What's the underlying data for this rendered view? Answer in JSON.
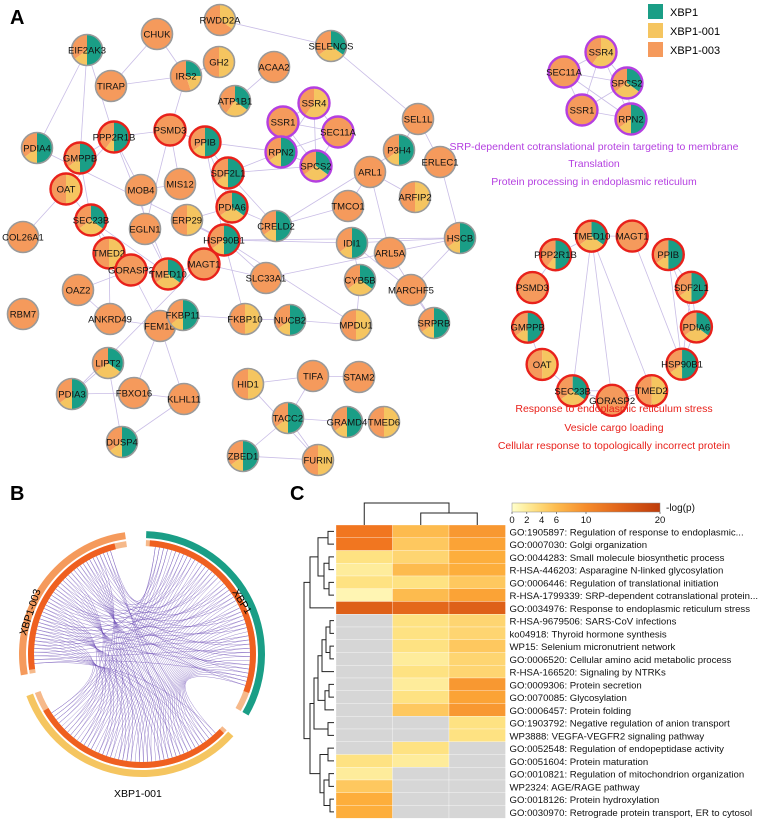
{
  "panels": {
    "a": "A",
    "b": "B",
    "c": "C"
  },
  "colors": {
    "xbp1": "#1a9e86",
    "xbp1_001": "#f5c560",
    "xbp1_003": "#f59a5c",
    "ring_purple": "#b43fe0",
    "ring_red": "#e8211b",
    "ring_gray": "#9a9a9a",
    "edge": "#c9bde6",
    "chord": "#6e4fb6",
    "na": "#d6d6d6"
  },
  "legend": [
    "XBP1",
    "XBP1-001",
    "XBP1-003"
  ],
  "network": {
    "nodes": [
      {
        "id": "RWDD2A",
        "p": [
          0,
          0.35,
          0.65
        ],
        "ring": "gray"
      },
      {
        "id": "CHUK",
        "p": [
          0,
          0,
          1
        ],
        "ring": "gray"
      },
      {
        "id": "SELENOS",
        "p": [
          0.35,
          0.3,
          0.35
        ],
        "ring": "gray"
      },
      {
        "id": "EIF2AK3",
        "p": [
          0.5,
          0.15,
          0.35
        ],
        "ring": "gray"
      },
      {
        "id": "TIRAP",
        "p": [
          0,
          0,
          1
        ],
        "ring": "gray"
      },
      {
        "id": "IRS2",
        "p": [
          0.25,
          0.2,
          0.55
        ],
        "ring": "gray"
      },
      {
        "id": "GH2",
        "p": [
          0,
          0.5,
          0.5
        ],
        "ring": "gray"
      },
      {
        "id": "ACAA2",
        "p": [
          0,
          0,
          1
        ],
        "ring": "gray"
      },
      {
        "id": "ATP1B1",
        "p": [
          0.35,
          0.25,
          0.4
        ],
        "ring": "gray"
      },
      {
        "id": "SEL1L",
        "p": [
          0,
          0,
          1
        ],
        "ring": "gray"
      },
      {
        "id": "SSR4",
        "p": [
          0,
          0.6,
          0.4
        ],
        "ring": "purple"
      },
      {
        "id": "SSR1",
        "p": [
          0,
          0,
          1
        ],
        "ring": "purple"
      },
      {
        "id": "SEC11A",
        "p": [
          0,
          0,
          1
        ],
        "ring": "purple"
      },
      {
        "id": "RPN2",
        "p": [
          0.5,
          0.15,
          0.35
        ],
        "ring": "purple"
      },
      {
        "id": "SPCS2",
        "p": [
          0.35,
          0.3,
          0.35
        ],
        "ring": "purple"
      },
      {
        "id": "PDIA4",
        "p": [
          0.5,
          0.15,
          0.35
        ],
        "ring": "gray"
      },
      {
        "id": "PPP2R1B",
        "p": [
          0.5,
          0.1,
          0.4
        ],
        "ring": "red"
      },
      {
        "id": "PSMD3",
        "p": [
          0,
          0,
          1
        ],
        "ring": "red"
      },
      {
        "id": "PPIB",
        "p": [
          0.5,
          0.15,
          0.35
        ],
        "ring": "red"
      },
      {
        "id": "P3H4",
        "p": [
          0.5,
          0.15,
          0.35
        ],
        "ring": "gray"
      },
      {
        "id": "ERLEC1",
        "p": [
          0,
          0,
          1
        ],
        "ring": "gray"
      },
      {
        "id": "GMPPB",
        "p": [
          0.5,
          0.15,
          0.35
        ],
        "ring": "red"
      },
      {
        "id": "SDF2L1",
        "p": [
          0.5,
          0.15,
          0.35
        ],
        "ring": "red"
      },
      {
        "id": "ARL1",
        "p": [
          0,
          0,
          1
        ],
        "ring": "gray"
      },
      {
        "id": "OAT",
        "p": [
          0,
          0.5,
          0.5
        ],
        "ring": "red"
      },
      {
        "id": "MOB4",
        "p": [
          0,
          0,
          1
        ],
        "ring": "gray"
      },
      {
        "id": "MIS12",
        "p": [
          0,
          0,
          1
        ],
        "ring": "gray"
      },
      {
        "id": "PDIA6",
        "p": [
          0.35,
          0.3,
          0.35
        ],
        "ring": "red"
      },
      {
        "id": "ARFIP2",
        "p": [
          0,
          0.5,
          0.5
        ],
        "ring": "gray"
      },
      {
        "id": "TMCO1",
        "p": [
          0,
          0,
          1
        ],
        "ring": "gray"
      },
      {
        "id": "SEC23B",
        "p": [
          0.35,
          0.3,
          0.35
        ],
        "ring": "red"
      },
      {
        "id": "EGLN1",
        "p": [
          0,
          0,
          1
        ],
        "ring": "gray"
      },
      {
        "id": "ERP29",
        "p": [
          0,
          0.5,
          0.5
        ],
        "ring": "gray"
      },
      {
        "id": "CRELD2",
        "p": [
          0.5,
          0.15,
          0.35
        ],
        "ring": "gray"
      },
      {
        "id": "COL26A1",
        "p": [
          0,
          0,
          1
        ],
        "ring": "gray"
      },
      {
        "id": "HSP90B1",
        "p": [
          0.5,
          0.15,
          0.35
        ],
        "ring": "red"
      },
      {
        "id": "IDI1",
        "p": [
          0.5,
          0.15,
          0.35
        ],
        "ring": "gray"
      },
      {
        "id": "ARL5A",
        "p": [
          0,
          0,
          1
        ],
        "ring": "gray"
      },
      {
        "id": "HSCB",
        "p": [
          0.5,
          0.15,
          0.35
        ],
        "ring": "gray"
      },
      {
        "id": "TMED2",
        "p": [
          0,
          0.5,
          0.5
        ],
        "ring": "red"
      },
      {
        "id": "MAGT1",
        "p": [
          0,
          0,
          1
        ],
        "ring": "red"
      },
      {
        "id": "GORASP2",
        "p": [
          0,
          0,
          1
        ],
        "ring": "red"
      },
      {
        "id": "TMED10",
        "p": [
          0.35,
          0.3,
          0.35
        ],
        "ring": "red"
      },
      {
        "id": "SLC33A1",
        "p": [
          0,
          0,
          1
        ],
        "ring": "gray"
      },
      {
        "id": "MARCHF5",
        "p": [
          0,
          0,
          1
        ],
        "ring": "gray"
      },
      {
        "id": "OAZ2",
        "p": [
          0,
          0,
          1
        ],
        "ring": "gray"
      },
      {
        "id": "CYB5B",
        "p": [
          0.35,
          0.3,
          0.35
        ],
        "ring": "gray"
      },
      {
        "id": "RBM7",
        "p": [
          0,
          0,
          1
        ],
        "ring": "gray"
      },
      {
        "id": "ANKRD49",
        "p": [
          0,
          0,
          1
        ],
        "ring": "gray"
      },
      {
        "id": "FEM1B",
        "p": [
          0,
          0,
          1
        ],
        "ring": "gray"
      },
      {
        "id": "FKBP11",
        "p": [
          0.5,
          0.15,
          0.35
        ],
        "ring": "gray"
      },
      {
        "id": "FKBP10",
        "p": [
          0,
          0.5,
          0.5
        ],
        "ring": "gray"
      },
      {
        "id": "NUCB2",
        "p": [
          0.5,
          0.15,
          0.35
        ],
        "ring": "gray"
      },
      {
        "id": "MPDU1",
        "p": [
          0,
          0.5,
          0.5
        ],
        "ring": "gray"
      },
      {
        "id": "SRPRB",
        "p": [
          0.5,
          0.15,
          0.35
        ],
        "ring": "gray"
      },
      {
        "id": "LIPT2",
        "p": [
          0.35,
          0.3,
          0.35
        ],
        "ring": "gray"
      },
      {
        "id": "TIFA",
        "p": [
          0,
          0,
          1
        ],
        "ring": "gray"
      },
      {
        "id": "STAM2",
        "p": [
          0,
          0,
          1
        ],
        "ring": "gray"
      },
      {
        "id": "HID1",
        "p": [
          0,
          0.5,
          0.5
        ],
        "ring": "gray"
      },
      {
        "id": "PDIA3",
        "p": [
          0.5,
          0.15,
          0.35
        ],
        "ring": "gray"
      },
      {
        "id": "FBXO16",
        "p": [
          0,
          0,
          1
        ],
        "ring": "gray"
      },
      {
        "id": "KLHL11",
        "p": [
          0,
          0,
          1
        ],
        "ring": "gray"
      },
      {
        "id": "TACC2",
        "p": [
          0.5,
          0.15,
          0.35
        ],
        "ring": "gray"
      },
      {
        "id": "GRAMD4",
        "p": [
          0.5,
          0.15,
          0.35
        ],
        "ring": "gray"
      },
      {
        "id": "TMED6",
        "p": [
          0,
          0.5,
          0.5
        ],
        "ring": "gray"
      },
      {
        "id": "DUSP4",
        "p": [
          0.5,
          0.15,
          0.35
        ],
        "ring": "gray"
      },
      {
        "id": "ZBED1",
        "p": [
          0.5,
          0.15,
          0.35
        ],
        "ring": "gray"
      },
      {
        "id": "FURIN",
        "p": [
          0,
          0.5,
          0.5
        ],
        "ring": "gray"
      }
    ],
    "cluster1": {
      "nodes": [
        "SSR4",
        "SEC11A",
        "SPCS2",
        "SSR1",
        "RPN2"
      ],
      "terms": [
        "SRP-dependent cotranslational protein targeting to membrane",
        "Translation",
        "Protein processing in endoplasmic reticulum"
      ]
    },
    "cluster2": {
      "nodes": [
        "MAGT1",
        "PPIB",
        "SDF2L1",
        "PDIA6",
        "HSP90B1",
        "TMED2",
        "GORASP2",
        "SEC23B",
        "OAT",
        "GMPPB",
        "PSMD3",
        "PPP2R1B",
        "TMED10"
      ],
      "terms": [
        "Response to endoplasmic reticulum stress",
        "Vesicle cargo loading",
        "Cellular response to topologically incorrect protein"
      ]
    }
  },
  "chord": {
    "labels": [
      "XBP1",
      "XBP1-003",
      "XBP1-001"
    ]
  },
  "heatmap": {
    "colorbar_label": "-log(p)",
    "colorbar_ticks": [
      0,
      2,
      4,
      6,
      10,
      20
    ],
    "columns": [
      "XBP1-003",
      "XBP1",
      "XBP1-001"
    ],
    "rows": [
      {
        "term": "GO:1905897: Regulation of response to endoplasmic...",
        "v": [
          12,
          6,
          9
        ]
      },
      {
        "term": "GO:0007030: Golgi organization",
        "v": [
          12,
          5,
          8
        ]
      },
      {
        "term": "GO:0044283: Small molecule biosynthetic process",
        "v": [
          3,
          4,
          7
        ]
      },
      {
        "term": "R-HSA-446203: Asparagine N-linked glycosylation",
        "v": [
          2,
          6,
          7
        ]
      },
      {
        "term": "GO:0006446: Regulation of translational initiation",
        "v": [
          3,
          3,
          5
        ]
      },
      {
        "term": "R-HSA-1799339: SRP-dependent cotranslational protein...",
        "v": [
          1,
          6,
          8
        ]
      },
      {
        "term": "GO:0034976: Response to endoplasmic reticulum stress",
        "v": [
          15,
          14,
          15
        ]
      },
      {
        "term": "R-HSA-9679506: SARS-CoV infections",
        "v": [
          null,
          3,
          4
        ]
      },
      {
        "term": "ko04918: Thyroid hormone synthesis",
        "v": [
          null,
          3,
          4
        ]
      },
      {
        "term": "WP15: Selenium micronutrient network",
        "v": [
          null,
          3,
          5
        ]
      },
      {
        "term": "GO:0006520: Cellular amino acid metabolic process",
        "v": [
          null,
          2,
          4
        ]
      },
      {
        "term": "R-HSA-166520: Signaling by NTRKs",
        "v": [
          null,
          3,
          4
        ]
      },
      {
        "term": "GO:0009306: Protein secretion",
        "v": [
          null,
          2,
          9
        ]
      },
      {
        "term": "GO:0070085: Glycosylation",
        "v": [
          null,
          3,
          8
        ]
      },
      {
        "term": "GO:0006457: Protein folding",
        "v": [
          null,
          5,
          9
        ]
      },
      {
        "term": "GO:1903792: Negative regulation of anion transport",
        "v": [
          null,
          null,
          3
        ]
      },
      {
        "term": "WP3888: VEGFA-VEGFR2 signaling pathway",
        "v": [
          null,
          null,
          3
        ]
      },
      {
        "term": "GO:0052548: Regulation of endopeptidase activity",
        "v": [
          null,
          3,
          null
        ]
      },
      {
        "term": "GO:0051604: Protein maturation",
        "v": [
          3,
          2,
          null
        ]
      },
      {
        "term": "GO:0010821: Regulation of mitochondrion organization",
        "v": [
          2,
          null,
          null
        ]
      },
      {
        "term": "WP2324: AGE/RAGE pathway",
        "v": [
          5,
          null,
          null
        ]
      },
      {
        "term": "GO:0018126: Protein hydroxylation",
        "v": [
          7,
          null,
          null
        ]
      },
      {
        "term": "GO:0030970: Retrograde protein transport, ER to cytosol",
        "v": [
          7,
          null,
          null
        ]
      }
    ]
  }
}
